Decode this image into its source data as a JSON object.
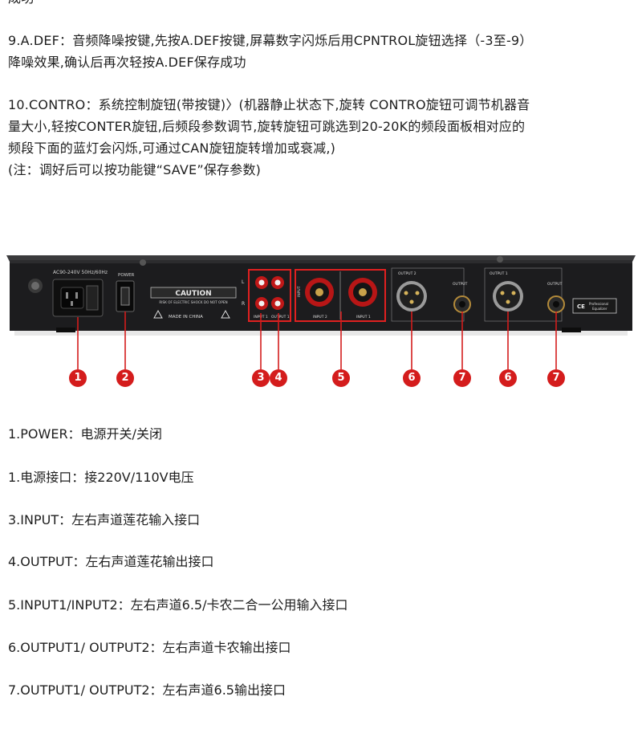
{
  "intro": {
    "top_fragment": "成功",
    "item9": [
      "9.A.DEF：音频降噪按键,先按A.DEF按键,屏幕数字闪烁后用CPNTROL旋钮选择（-3至-9）",
      "降噪效果,确认后再次轻按A.DEF保存成功"
    ],
    "item10": [
      "10.CONTRO：系统控制旋钮(带按键)〉(机器静止状态下,旋转 CONTRO旋钮可调节机器音",
      "量大小,轻按CONTER旋钮,后频段参数调节,旋转旋钮可跳选到20-20K的频段面板相对应的",
      "频段下面的蓝灯会闪烁,可通过CAN旋钮旋转增加或衰减,)",
      "(注：调好后可以按功能键“SAVE”保存参数)"
    ]
  },
  "device": {
    "power_rating": "AC90-240V 50Hz/60Hz",
    "power_label": "POWER",
    "caution_title": "CAUTION",
    "caution_text": "RISK OF ELECTRIC SHOCK DO NOT OPEN",
    "made_in": "MADE IN CHINA",
    "channel_l": "L",
    "channel_r": "R",
    "rca_input_label": "INPUT 1",
    "rca_output_label": "OUTPUT 1",
    "combo_input2": "INPUT 2",
    "combo_input1": "INPUT 1",
    "combo_side": "INPUT",
    "xlr_out2": "OUTPUT 2",
    "xlr_out1": "OUTPUT 1",
    "jack_out_a": "OUTPUT",
    "jack_out_b": "OUTPUT",
    "badge_ce": "CE",
    "badge_line1": "Professional",
    "badge_line2": "Equalizer",
    "colors": {
      "chassis": "#1c1c1e",
      "marker": "#d41c1c",
      "highlight": "#e02020"
    }
  },
  "markers": [
    "1",
    "2",
    "3",
    "4",
    "5",
    "6",
    "7",
    "6",
    "7"
  ],
  "legend": [
    "1.POWER：电源开关/关闭",
    "1.电源接口：接220V/110V电压",
    "3.INPUT：左右声道莲花输入接口",
    "4.OUTPUT：左右声道莲花输出接口",
    "5.INPUT1/INPUT2：左右声道6.5/卡农二合一公用输入接口",
    "6.OUTPUT1/ OUTPUT2：左右声道卡农输出接口",
    "7.OUTPUT1/ OUTPUT2：左右声道6.5输出接口"
  ]
}
